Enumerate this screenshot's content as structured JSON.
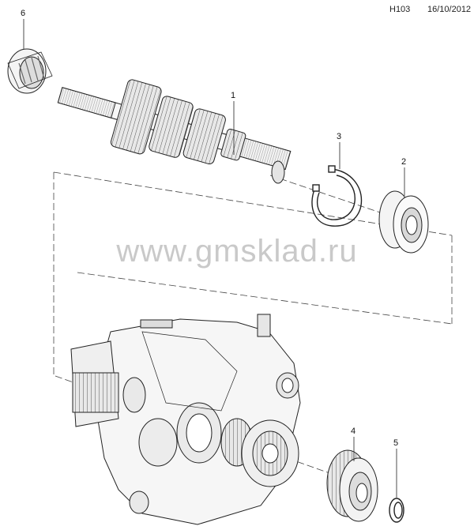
{
  "header": {
    "code": "H103",
    "date": "16/10/2012"
  },
  "watermark": "www.gmsklad.ru",
  "callouts": [
    {
      "id": "callout-1",
      "label": "1"
    },
    {
      "id": "callout-2",
      "label": "2"
    },
    {
      "id": "callout-3",
      "label": "3"
    },
    {
      "id": "callout-4",
      "label": "4"
    },
    {
      "id": "callout-5",
      "label": "5"
    },
    {
      "id": "callout-6",
      "label": "6"
    }
  ],
  "parts": [
    {
      "id": "part-1-shaft"
    },
    {
      "id": "part-2-ball-bearing"
    },
    {
      "id": "part-3-snap-ring"
    },
    {
      "id": "part-4-gear"
    },
    {
      "id": "part-5-circlip"
    },
    {
      "id": "part-6-roller-bearing"
    }
  ]
}
